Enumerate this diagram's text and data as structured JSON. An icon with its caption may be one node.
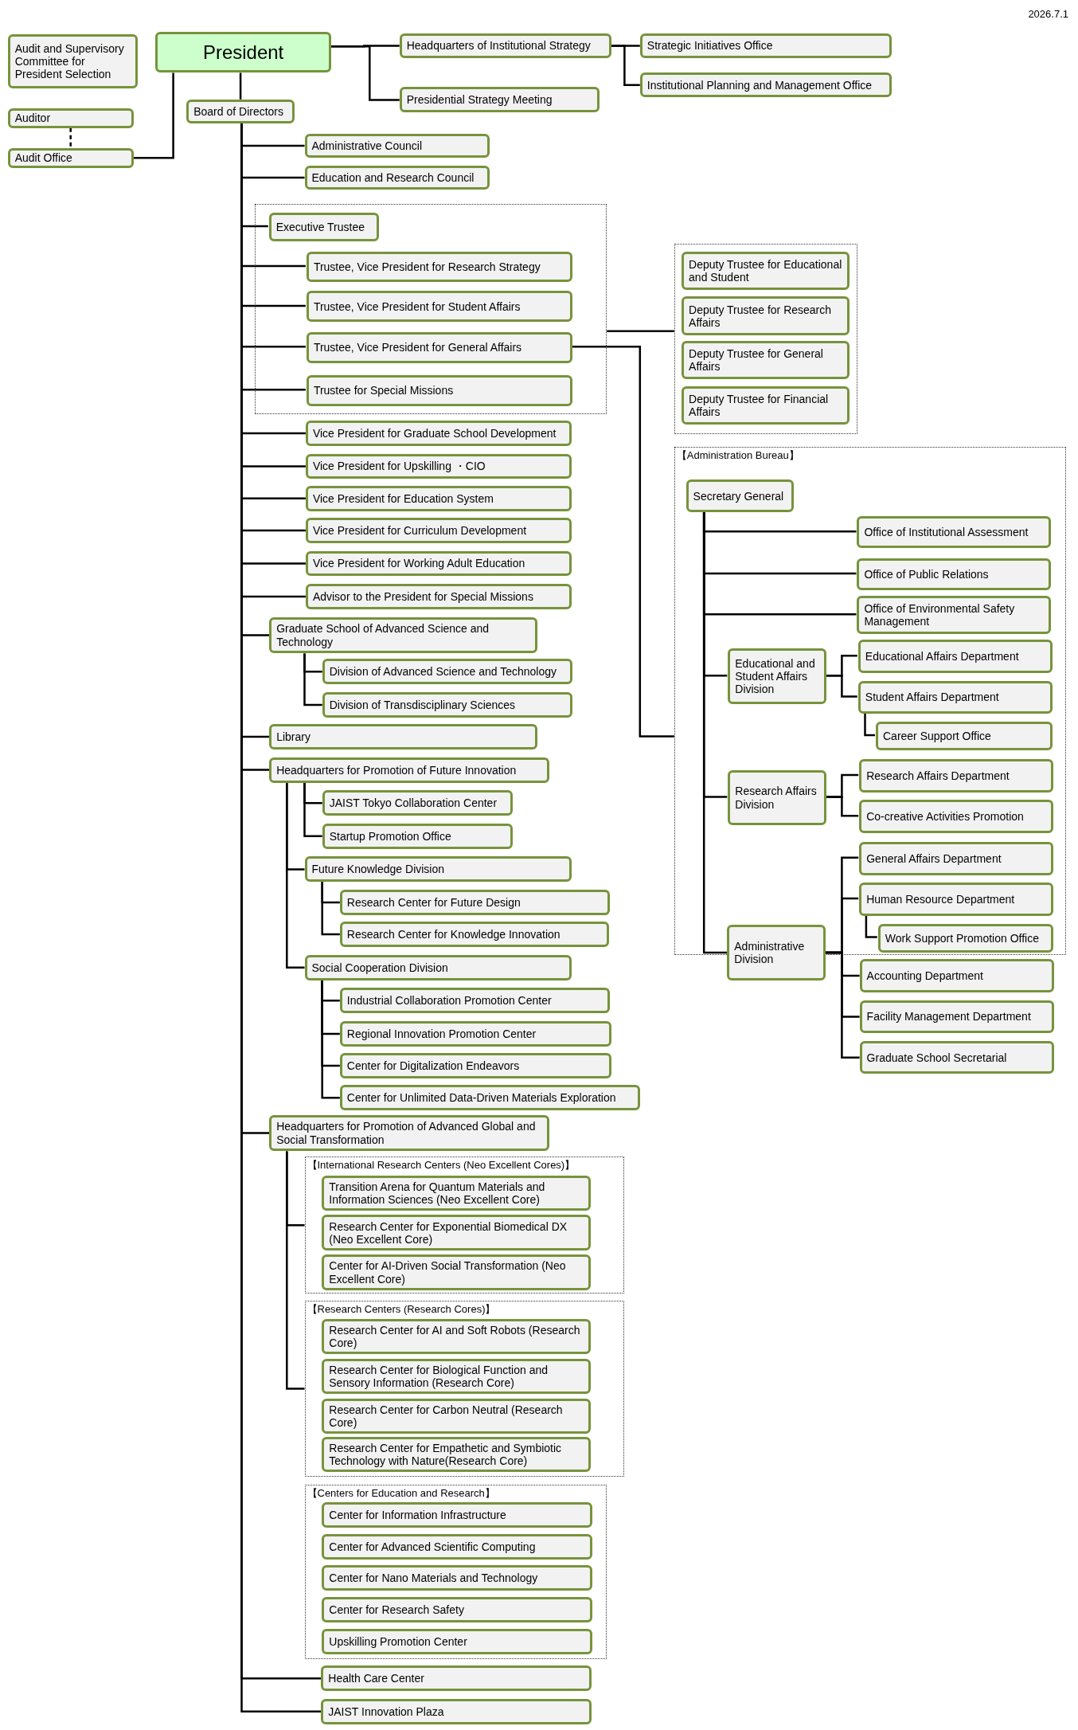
{
  "diagram": {
    "nodes": [
      {
        "text": [
          "President"
        ]
      },
      {
        "text": [
          "Audit and Supervisory Committee for President Selection"
        ]
      },
      {
        "text": [
          "Auditor"
        ]
      },
      {
        "text": [
          "Audit Office"
        ]
      },
      {
        "text": [
          "Headquarters of Institutional Strategy"
        ]
      },
      {
        "text": [
          "Presidential Strategy Meeting"
        ]
      },
      {
        "text": [
          "Strategic Initiatives Office"
        ]
      },
      {
        "text": [
          "Institutional Planning and Management Office"
        ]
      },
      {
        "text": [
          "Board of Directors"
        ]
      },
      {
        "text": [
          "Administrative Council"
        ]
      },
      {
        "text": [
          "Education and Research Council"
        ]
      },
      {
        "text": [],
        "shape": "box"
      },
      {
        "text": [
          "Executive Trustee"
        ],
        "in": 11
      },
      {
        "text": [
          "Trustee, Vice President for Research Strategy"
        ],
        "in": 11
      },
      {
        "text": [
          "Trustee, Vice President for Student Affairs"
        ],
        "in": 11
      },
      {
        "text": [
          "Trustee, Vice President for General Affairs"
        ],
        "in": 11
      },
      {
        "text": [
          "Trustee for Special Missions"
        ],
        "in": 11
      },
      {
        "text": [],
        "shape": "box"
      },
      {
        "text": [
          "Deputy Trustee for Educational and Student"
        ],
        "in": 17
      },
      {
        "text": [
          "Deputy Trustee for Research Affairs"
        ],
        "in": 17
      },
      {
        "text": [
          "Deputy Trustee for General Affairs"
        ],
        "in": 17
      },
      {
        "text": [
          "Deputy Trustee for Financial Affairs"
        ],
        "in": 17
      },
      {
        "text": [
          "Vice President for Graduate School Development"
        ]
      },
      {
        "text": [
          "Vice President for Upskilling ・CIO"
        ]
      },
      {
        "text": [
          "Vice President for Education System"
        ]
      },
      {
        "text": [
          "Vice President for Curriculum Development"
        ]
      },
      {
        "text": [
          "Vice President for Working Adult Education"
        ]
      },
      {
        "text": [
          "Advisor to the President for Special Missions"
        ]
      },
      {
        "text": [
          "Graduate School of Advanced Science and Technology"
        ]
      },
      {
        "text": [
          "Division of Advanced Science and Technology"
        ]
      },
      {
        "text": [
          "Division of Transdisciplinary Sciences"
        ]
      },
      {
        "text": [
          "Library"
        ]
      },
      {
        "text": [
          "Headquarters for Promotion of Future Innovation"
        ]
      },
      {
        "text": [
          "JAIST Tokyo Collaboration Center"
        ]
      },
      {
        "text": [
          "Startup Promotion Office"
        ]
      },
      {
        "text": [
          "Future Knowledge Division"
        ]
      },
      {
        "text": [
          "Research Center for Future Design"
        ]
      },
      {
        "text": [
          "Research Center for Knowledge Innovation"
        ]
      },
      {
        "text": [
          "Social Cooperation Division"
        ]
      },
      {
        "text": [
          "Industrial Collaboration Promotion Center"
        ]
      },
      {
        "text": [
          "Regional Innovation Promotion Center"
        ]
      },
      {
        "text": [
          "Center for Digitalization Endeavors"
        ]
      },
      {
        "text": [
          "Center for Unlimited Data-Driven Materials Exploration"
        ]
      },
      {
        "text": [
          "Headquarters for Promotion of Advanced Global and Social Transformation"
        ]
      },
      {
        "text": [
          "【International Research Centers (Neo Excellent Cores)】"
        ]
      },
      {
        "text": [
          "Transition Arena for Quantum Materials and Information Sciences (Neo Excellent Core)"
        ],
        "in": 44
      },
      {
        "text": [
          "Research Center for Exponential Biomedical DX (Neo Excellent Core)"
        ],
        "in": 44
      },
      {
        "text": [
          "Center for AI-Driven Social Transformation (Neo Excellent Core)"
        ],
        "in": 44
      },
      {
        "text": [
          "【Research Centers (Research Cores)】"
        ]
      },
      {
        "text": [
          "Research Center for AI and Soft Robots (Research Core)"
        ],
        "in": 48
      },
      {
        "text": [
          "Research Center for Biological Function and Sensory Information (Research Core)"
        ],
        "in": 48
      },
      {
        "text": [
          "Research Center for Carbon Neutral (Research Core)"
        ],
        "in": 48
      },
      {
        "text": [
          "Research Center for Empathetic and Symbiotic Technology with Nature(Research Core)"
        ],
        "in": 48
      },
      {
        "text": [
          "【Centers for Education and Research】"
        ]
      },
      {
        "text": [
          "Center for Information Infrastructure"
        ],
        "in": 53
      },
      {
        "text": [
          "Center for Advanced Scientific Computing"
        ],
        "in": 53
      },
      {
        "text": [
          "Center for Nano Materials and Technology"
        ],
        "in": 53
      },
      {
        "text": [
          "Center for Research Safety"
        ],
        "in": 53
      },
      {
        "text": [
          "Upskilling Promotion Center"
        ],
        "in": 53
      },
      {
        "text": [
          "Health Care Center"
        ]
      },
      {
        "text": [
          "JAIST Innovation Plaza"
        ]
      },
      {
        "text": [
          "【Administration Bureau】"
        ]
      },
      {
        "text": [
          "Secretary General"
        ],
        "in": 61
      },
      {
        "text": [
          "Office of Institutional Assessment"
        ],
        "in": 61
      },
      {
        "text": [
          "Office of Public Relations"
        ],
        "in": 61
      },
      {
        "text": [
          "Office of Environmental Safety Management"
        ],
        "in": 61
      },
      {
        "text": [
          "Educational and Student Affairs Division"
        ],
        "in": 61
      },
      {
        "text": [
          "Educational Affairs Department"
        ],
        "in": 61
      },
      {
        "text": [
          "Student Affairs Department"
        ],
        "in": 61
      },
      {
        "text": [
          "Career Support Office"
        ],
        "in": 61
      },
      {
        "text": [
          "Research Affairs Division"
        ],
        "in": 61
      },
      {
        "text": [
          "Research Affairs Department"
        ],
        "in": 61
      },
      {
        "text": [
          "Co-creative Activities Promotion"
        ],
        "in": 61
      },
      {
        "text": [
          "General Affairs Department"
        ],
        "in": 61
      },
      {
        "text": [
          "Human Resource Department"
        ],
        "in": 61
      },
      {
        "text": [
          "Work Support Promotion Office"
        ],
        "in": 61
      },
      {
        "text": [
          "Administrative Division"
        ]
      },
      {
        "text": [
          "Accounting Department"
        ]
      },
      {
        "text": [
          "Facility Management Department"
        ]
      },
      {
        "text": [
          "Graduate School Secretarial"
        ]
      }
    ],
    "edges": [
      {
        "from": 0,
        "to": 8,
        "arrow": "none"
      },
      {
        "from": 0,
        "to": 3,
        "arrow": "none"
      },
      {
        "from": 2,
        "to": 3,
        "arrow": "none",
        "style": "dashed"
      },
      {
        "from": 0,
        "to": 4,
        "arrow": "none"
      },
      {
        "from": 0,
        "to": 5,
        "arrow": "none"
      },
      {
        "from": 4,
        "to": 6,
        "arrow": "none"
      },
      {
        "from": 4,
        "to": 7,
        "arrow": "none"
      },
      {
        "from": 8,
        "to": 9,
        "arrow": "none"
      },
      {
        "from": 8,
        "to": 10,
        "arrow": "none"
      },
      {
        "from": 8,
        "to": 12,
        "arrow": "none"
      },
      {
        "from": 8,
        "to": 13,
        "arrow": "none"
      },
      {
        "from": 8,
        "to": 14,
        "arrow": "none"
      },
      {
        "from": 8,
        "to": 15,
        "arrow": "none"
      },
      {
        "from": 8,
        "to": 16,
        "arrow": "none"
      },
      {
        "from": 11,
        "to": 17,
        "arrow": "none"
      },
      {
        "from": 15,
        "to": 61,
        "arrow": "none"
      },
      {
        "from": 8,
        "to": 22,
        "arrow": "none"
      },
      {
        "from": 8,
        "to": 23,
        "arrow": "none"
      },
      {
        "from": 8,
        "to": 24,
        "arrow": "none"
      },
      {
        "from": 8,
        "to": 25,
        "arrow": "none"
      },
      {
        "from": 8,
        "to": 26,
        "arrow": "none"
      },
      {
        "from": 8,
        "to": 27,
        "arrow": "none"
      },
      {
        "from": 8,
        "to": 28,
        "arrow": "none"
      },
      {
        "from": 28,
        "to": 29,
        "arrow": "none"
      },
      {
        "from": 28,
        "to": 30,
        "arrow": "none"
      },
      {
        "from": 8,
        "to": 31,
        "arrow": "none"
      },
      {
        "from": 8,
        "to": 32,
        "arrow": "none"
      },
      {
        "from": 32,
        "to": 33,
        "arrow": "none"
      },
      {
        "from": 32,
        "to": 34,
        "arrow": "none"
      },
      {
        "from": 32,
        "to": 35,
        "arrow": "none"
      },
      {
        "from": 35,
        "to": 36,
        "arrow": "none"
      },
      {
        "from": 35,
        "to": 37,
        "arrow": "none"
      },
      {
        "from": 32,
        "to": 38,
        "arrow": "none"
      },
      {
        "from": 38,
        "to": 39,
        "arrow": "none"
      },
      {
        "from": 38,
        "to": 40,
        "arrow": "none"
      },
      {
        "from": 38,
        "to": 41,
        "arrow": "none"
      },
      {
        "from": 38,
        "to": 42,
        "arrow": "none"
      },
      {
        "from": 8,
        "to": 43,
        "arrow": "none"
      },
      {
        "from": 43,
        "to": 44,
        "arrow": "none"
      },
      {
        "from": 43,
        "to": 48,
        "arrow": "none"
      },
      {
        "from": 8,
        "to": 59,
        "arrow": "none"
      },
      {
        "from": 8,
        "to": 60,
        "arrow": "none"
      },
      {
        "from": 62,
        "to": 63,
        "arrow": "none"
      },
      {
        "from": 62,
        "to": 64,
        "arrow": "none"
      },
      {
        "from": 62,
        "to": 65,
        "arrow": "none"
      },
      {
        "from": 62,
        "to": 66,
        "arrow": "none"
      },
      {
        "from": 66,
        "to": 67,
        "arrow": "none"
      },
      {
        "from": 66,
        "to": 68,
        "arrow": "none"
      },
      {
        "from": 68,
        "to": 69,
        "arrow": "none"
      },
      {
        "from": 62,
        "to": 70,
        "arrow": "none"
      },
      {
        "from": 70,
        "to": 71,
        "arrow": "none"
      },
      {
        "from": 70,
        "to": 72,
        "arrow": "none"
      },
      {
        "from": 62,
        "to": 76,
        "arrow": "none"
      },
      {
        "from": 76,
        "to": 73,
        "arrow": "none"
      },
      {
        "from": 76,
        "to": 74,
        "arrow": "none"
      },
      {
        "from": 74,
        "to": 75,
        "arrow": "none"
      },
      {
        "from": 76,
        "to": 77,
        "arrow": "none"
      },
      {
        "from": 76,
        "to": 78,
        "arrow": "none"
      },
      {
        "from": 76,
        "to": 79,
        "arrow": "none"
      }
    ],
    "labels": [
      "2026.7.1"
    ]
  }
}
